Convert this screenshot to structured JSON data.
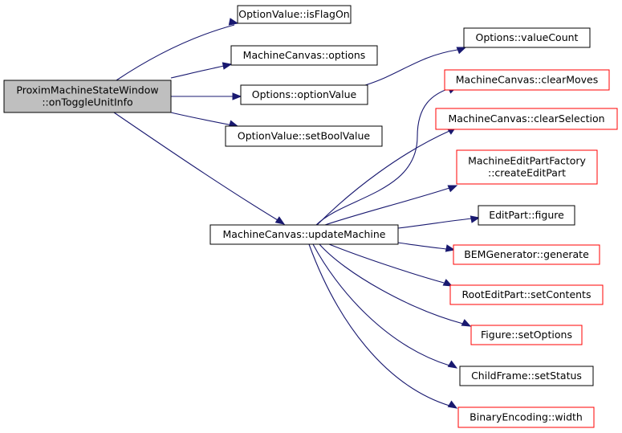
{
  "colors": {
    "edge": "#191970",
    "root_fill": "#bfbfbf",
    "border_default": "#000000",
    "border_truncated": "#ff0000",
    "node_fill": "#ffffff"
  },
  "nodes": [
    {
      "id": "root",
      "lines": [
        "ProximMachineStateWindow",
        "::onToggleUnitInfo"
      ],
      "style": "root"
    },
    {
      "id": "isFlagOn",
      "lines": [
        "OptionValue::isFlagOn"
      ],
      "style": "default"
    },
    {
      "id": "mcOptions",
      "lines": [
        "MachineCanvas::options"
      ],
      "style": "default"
    },
    {
      "id": "optionValue",
      "lines": [
        "Options::optionValue"
      ],
      "style": "default"
    },
    {
      "id": "setBoolValue",
      "lines": [
        "OptionValue::setBoolValue"
      ],
      "style": "default"
    },
    {
      "id": "updateMachine",
      "lines": [
        "MachineCanvas::updateMachine"
      ],
      "style": "default"
    },
    {
      "id": "valueCount",
      "lines": [
        "Options::valueCount"
      ],
      "style": "default"
    },
    {
      "id": "clearMoves",
      "lines": [
        "MachineCanvas::clearMoves"
      ],
      "style": "truncated"
    },
    {
      "id": "clearSelection",
      "lines": [
        "MachineCanvas::clearSelection"
      ],
      "style": "truncated"
    },
    {
      "id": "createEditPart",
      "lines": [
        "MachineEditPartFactory",
        "::createEditPart"
      ],
      "style": "truncated"
    },
    {
      "id": "figure",
      "lines": [
        "EditPart::figure"
      ],
      "style": "default"
    },
    {
      "id": "generate",
      "lines": [
        "BEMGenerator::generate"
      ],
      "style": "truncated"
    },
    {
      "id": "setContents",
      "lines": [
        "RootEditPart::setContents"
      ],
      "style": "truncated"
    },
    {
      "id": "setOptions",
      "lines": [
        "Figure::setOptions"
      ],
      "style": "truncated"
    },
    {
      "id": "setStatus",
      "lines": [
        "ChildFrame::setStatus"
      ],
      "style": "default"
    },
    {
      "id": "width",
      "lines": [
        "BinaryEncoding::width"
      ],
      "style": "truncated"
    }
  ],
  "edges": [
    {
      "from": "root",
      "to": "isFlagOn"
    },
    {
      "from": "root",
      "to": "mcOptions"
    },
    {
      "from": "root",
      "to": "optionValue"
    },
    {
      "from": "root",
      "to": "setBoolValue"
    },
    {
      "from": "root",
      "to": "updateMachine"
    },
    {
      "from": "optionValue",
      "to": "valueCount"
    },
    {
      "from": "updateMachine",
      "to": "clearMoves"
    },
    {
      "from": "updateMachine",
      "to": "clearSelection"
    },
    {
      "from": "updateMachine",
      "to": "createEditPart"
    },
    {
      "from": "updateMachine",
      "to": "figure"
    },
    {
      "from": "updateMachine",
      "to": "generate"
    },
    {
      "from": "updateMachine",
      "to": "setContents"
    },
    {
      "from": "updateMachine",
      "to": "setOptions"
    },
    {
      "from": "updateMachine",
      "to": "setStatus"
    },
    {
      "from": "updateMachine",
      "to": "width"
    }
  ]
}
